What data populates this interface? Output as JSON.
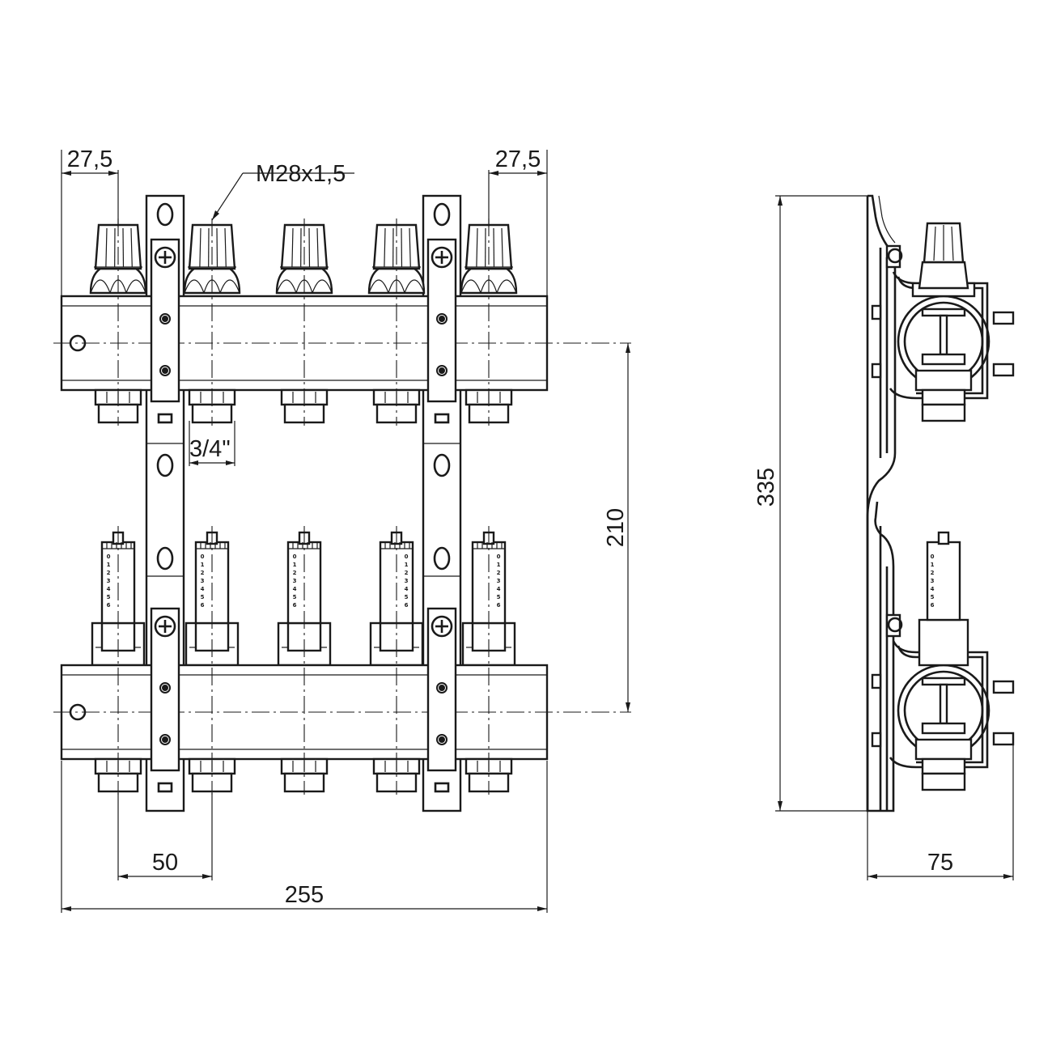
{
  "dimensions": {
    "left_offset": "27,5",
    "right_offset": "27,5",
    "thread": "M28x1,5",
    "outlet_thread": "3/4\"",
    "axis_distance": "210",
    "outlet_pitch": "50",
    "overall_width": "255",
    "overall_height": "335",
    "depth": "75"
  },
  "flowmeter_scale": [
    "0",
    "1",
    "2",
    "3",
    "4",
    "5",
    "6"
  ],
  "colors": {
    "line": "#1a1a1a",
    "background": "#ffffff"
  }
}
